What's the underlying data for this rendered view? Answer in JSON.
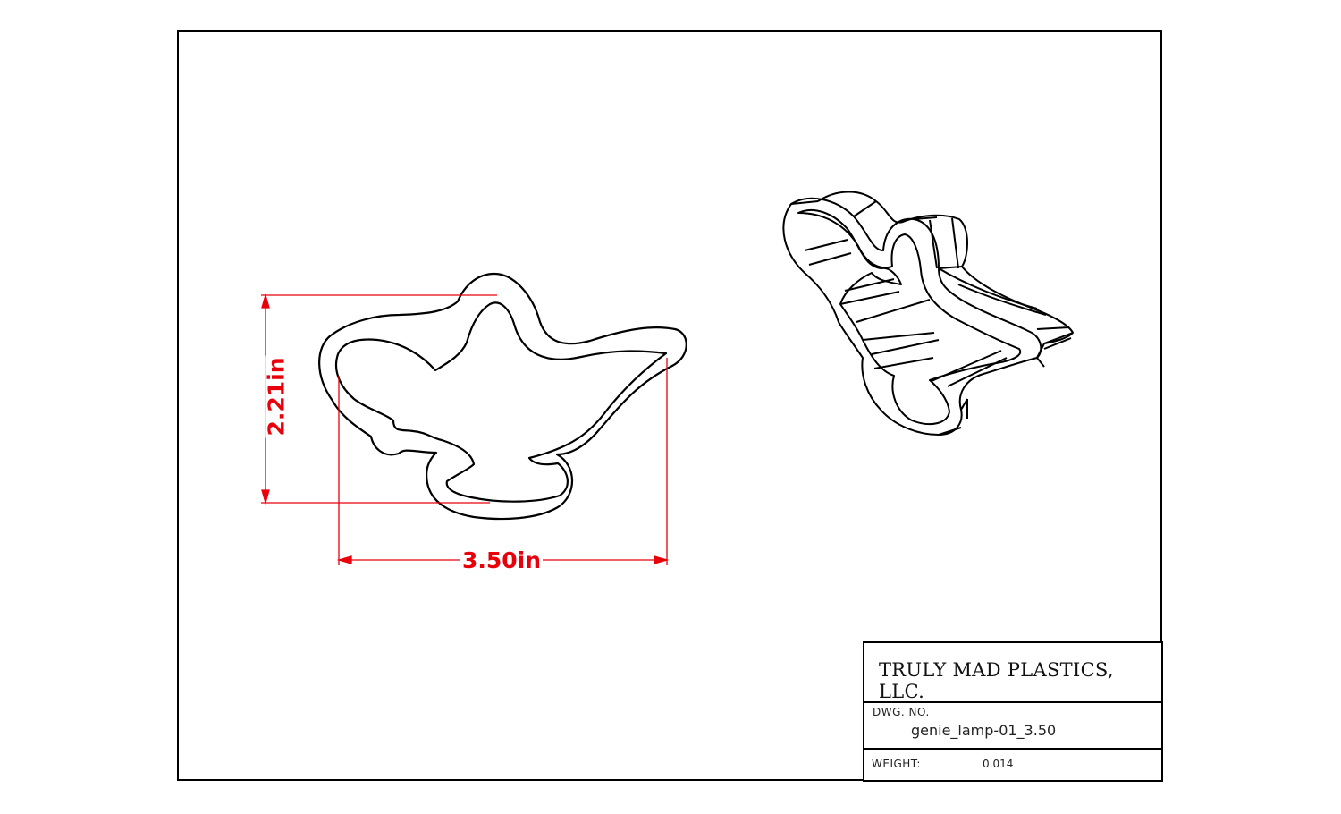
{
  "drawing": {
    "dimensions": {
      "width_label": "3.50in",
      "height_label": "2.21in"
    },
    "line_color": "#000000",
    "dimension_color": "#e8000b"
  },
  "title_block": {
    "company": "TRULY MAD PLASTICS, LLC.",
    "dwg_no_label": "DWG.  NO.",
    "dwg_no_value": "genie_lamp-01_3.50",
    "weight_label": "WEIGHT:",
    "weight_value": "0.014"
  }
}
